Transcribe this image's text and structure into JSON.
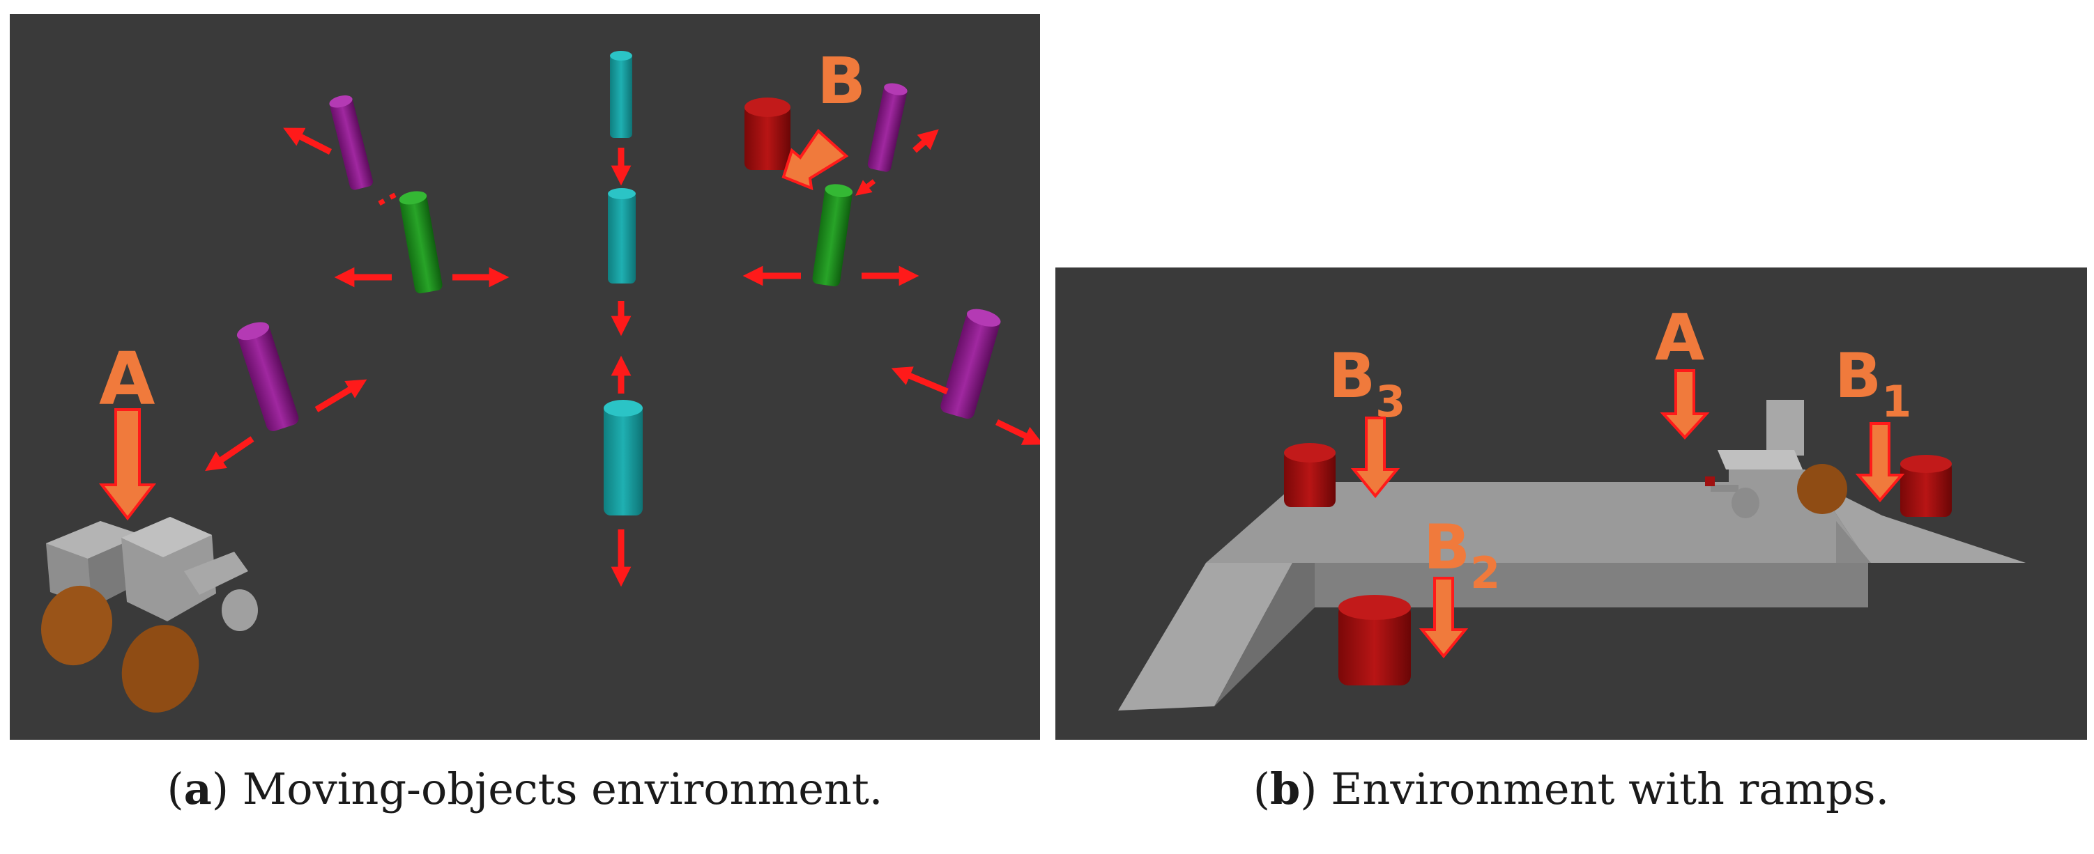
{
  "colors": {
    "background": "#3a3a3a",
    "arrow_red": "#ff1a1a",
    "label_orange": "#f07a3c",
    "cyan": "#17989a",
    "green": "#1f8f1f",
    "purple": "#8a1a8a",
    "dark_red": "#9c0f0f",
    "platform_gray": "#9a9a9a",
    "wheel_brown": "#9a5418"
  },
  "panel_a": {
    "labels": {
      "robot": "A",
      "goal": "B"
    },
    "caption": {
      "letter": "a",
      "text": "Moving-objects environment."
    }
  },
  "panel_b": {
    "labels": {
      "robot": "A",
      "goal_1": "B",
      "goal_1_sub": "1",
      "goal_2": "B",
      "goal_2_sub": "2",
      "goal_3": "B",
      "goal_3_sub": "3"
    },
    "caption": {
      "letter": "b",
      "text": "Environment with ramps."
    }
  }
}
